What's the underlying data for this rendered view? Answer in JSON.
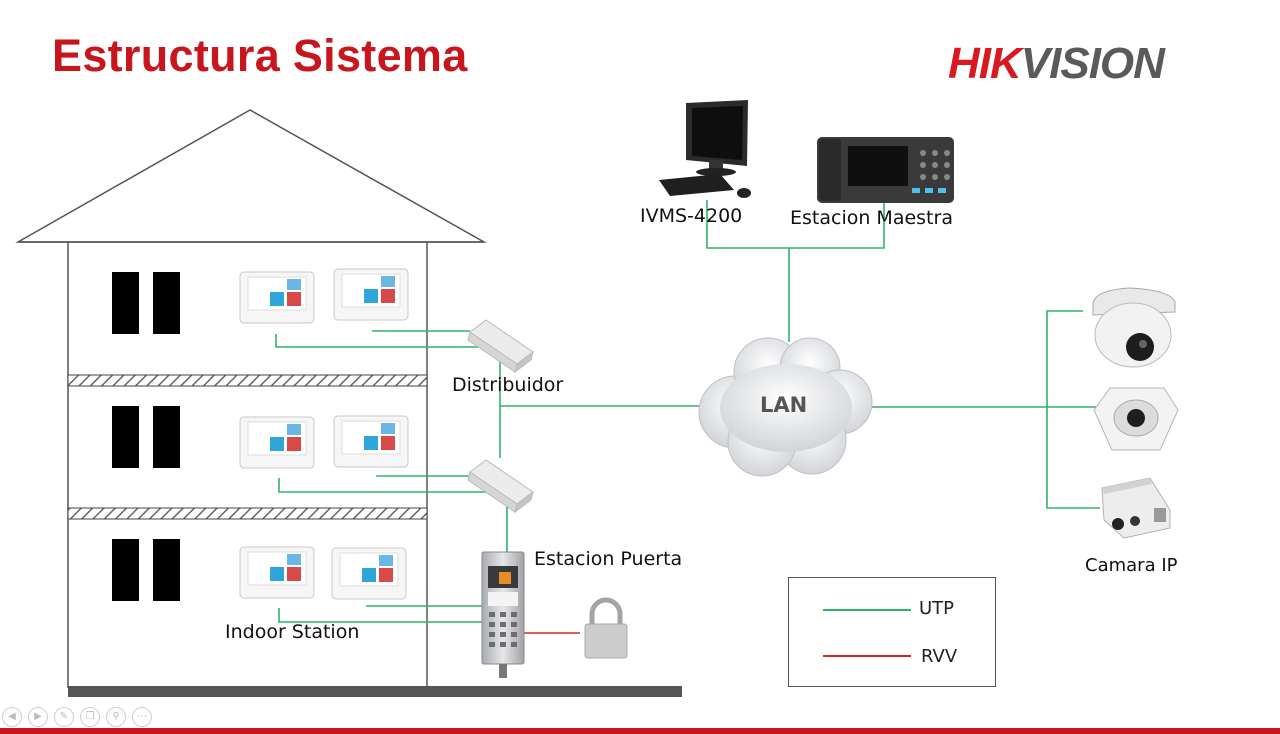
{
  "title": "Estructura Sistema",
  "brand": {
    "part1": "HIK",
    "part2": "VISION",
    "primary_color": "#d81920",
    "secondary_color": "#5a5a5a"
  },
  "labels": {
    "ivms": "IVMS-4200",
    "master_station": "Estacion Maestra",
    "lan": "LAN",
    "distributor": "Distribuidor",
    "door_station": "Estacion Puerta",
    "indoor_station": "Indoor Station",
    "ip_camera": "Camara IP"
  },
  "legend": [
    {
      "label": "UTP",
      "color": "#2fb36a"
    },
    {
      "label": "RVV",
      "color": "#d92424"
    }
  ],
  "colors": {
    "accent": "#c8161e",
    "utp": "#2fb36a",
    "rvv": "#d92424"
  },
  "icons": [
    "computer-icon",
    "master-station-icon",
    "cloud-icon",
    "distributor-icon",
    "indoor-monitor-icon",
    "door-station-icon",
    "padlock-icon",
    "dome-camera-icon",
    "box-camera-icon"
  ],
  "player_controls": [
    "prev-icon",
    "play-icon",
    "pen-icon",
    "copy-icon",
    "zoom-icon",
    "more-icon"
  ]
}
